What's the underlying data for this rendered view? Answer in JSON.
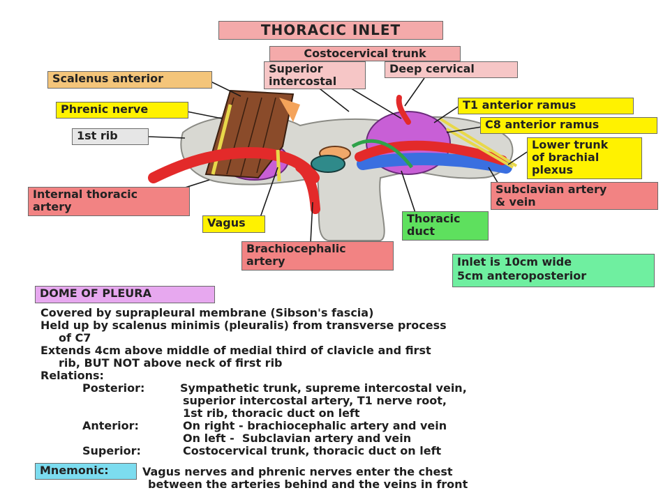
{
  "title": "THORACIC INLET",
  "labels": {
    "costocervical": "Costocervical trunk",
    "superior_intercostal": "Superior\nintercostal",
    "deep_cervical": "Deep cervical",
    "scalenus_anterior": "Scalenus anterior",
    "phrenic_nerve": "Phrenic nerve",
    "first_rib": "1st rib",
    "t1_anterior": "T1 anterior ramus",
    "c8_anterior": "C8 anterior ramus",
    "lower_trunk": "Lower trunk\nof brachial\nplexus",
    "internal_thoracic": "Internal thoracic\nartery",
    "subclavian": "Subclavian artery\n& vein",
    "vagus": "Vagus",
    "thoracic_duct": "Thoracic\nduct",
    "brachiocephalic": "Brachiocephalic\nartery",
    "inlet_size": "Inlet is 10cm wide\n5cm anteroposterior"
  },
  "dome": {
    "heading": "DOME OF PLEURA",
    "line1": "Covered by suprapleural membrane (Sibson's fascia)",
    "line2": "Held up by scalenus minimis (pleuralis) from transverse process",
    "line3": "of C7",
    "line4": "Extends 4cm above middle of medial third of clavicle and first",
    "line5": "rib, BUT NOT above neck of first rib",
    "relations": "Relations:",
    "posterior_key": "Posterior:",
    "posterior_1": "Sympathetic trunk, supreme intercostal vein,",
    "posterior_2": "superior intercostal artery, T1 nerve root,",
    "posterior_3": "1st rib, thoracic duct on left",
    "anterior_key": "Anterior:",
    "anterior_1": "On right - brachiocephalic artery and vein",
    "anterior_2": "On left -  Subclavian artery and vein",
    "superior_key": "Superior:",
    "superior_1": "Costocervical trunk, thoracic duct on left"
  },
  "mnemonic": {
    "key": "Mnemonic:",
    "line1": "Vagus nerves and phrenic nerves enter the chest",
    "line2": "between the arteries behind and the veins in front"
  },
  "colors": {
    "artery": "#e32a2a",
    "vein": "#3a6fe0",
    "pleura": "#c85fd6",
    "bone": "#d8d8d2",
    "muscle": "#8a4b2a",
    "nerve": "#e8d84a",
    "duct": "#2fa24a"
  }
}
